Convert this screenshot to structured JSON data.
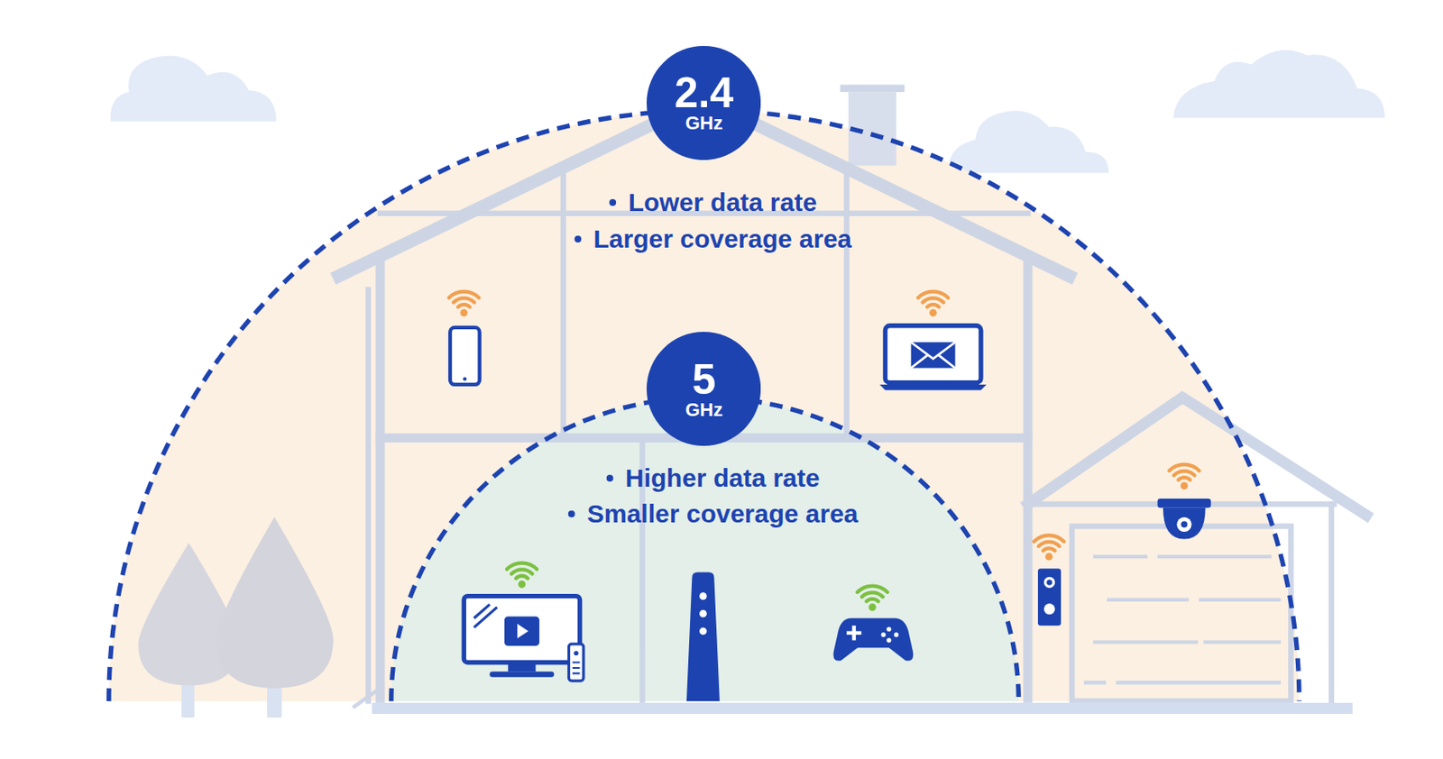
{
  "diagram": {
    "nodes": [
      {
        "text": [
          "2.4",
          "GHz"
        ]
      },
      {
        "text": [
          "5",
          "GHz"
        ]
      }
    ],
    "labels": [
      "Lower data rate",
      "Larger coverage area",
      "Higher data rate",
      "Smaller coverage area"
    ]
  }
}
